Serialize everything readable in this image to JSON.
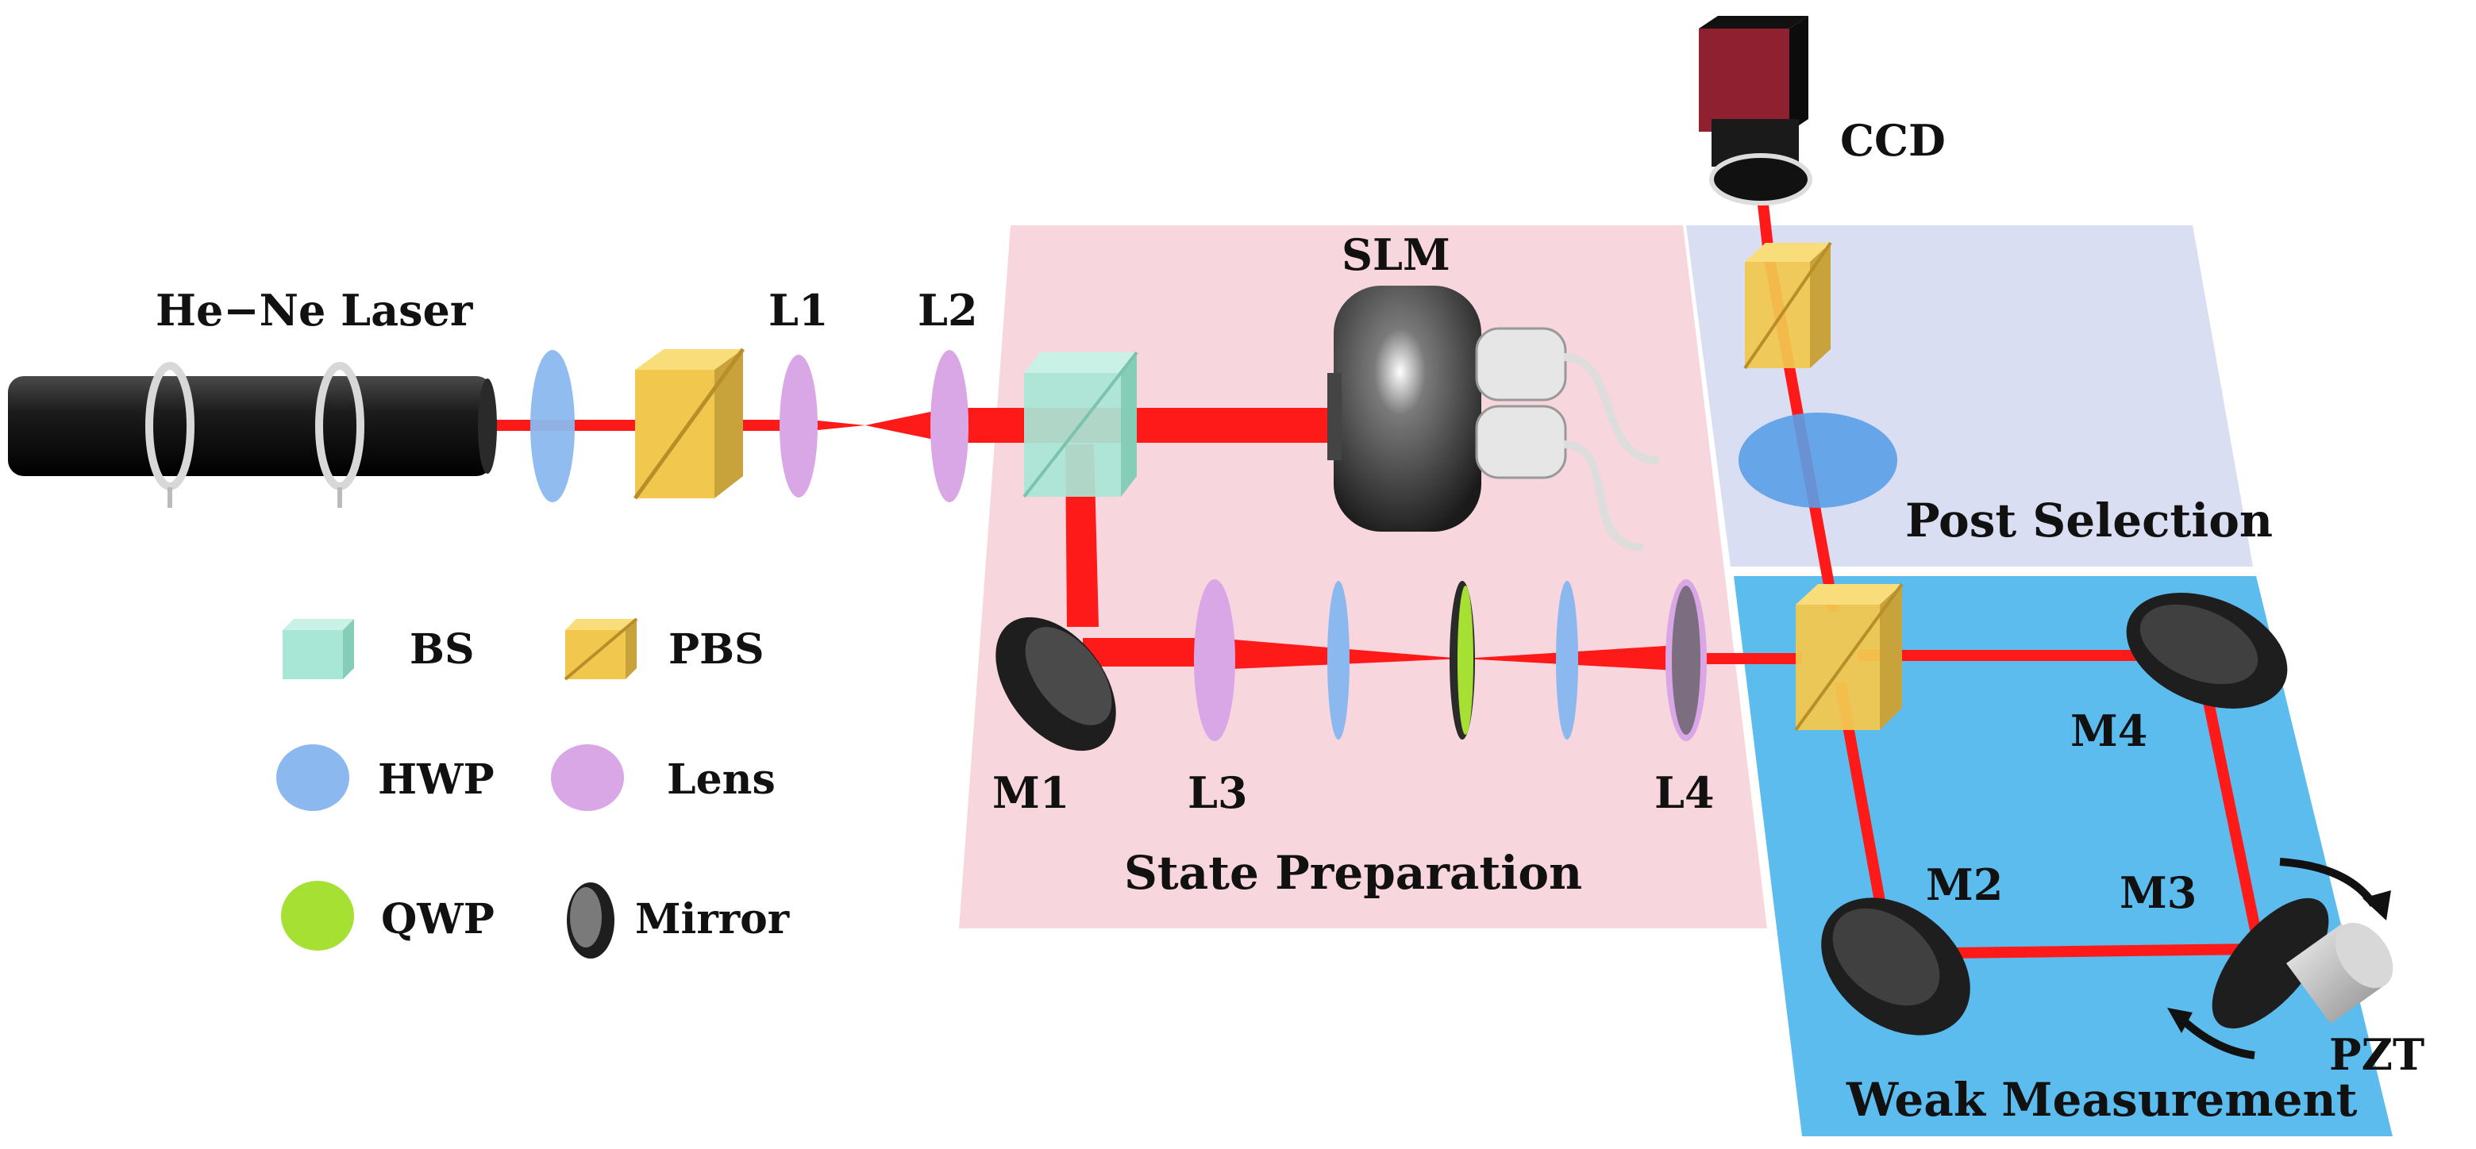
{
  "labels": {
    "laser": "He−Ne Laser",
    "l1": "L1",
    "l2": "L2",
    "slm": "SLM",
    "ccd": "CCD",
    "m1": "M1",
    "l3": "L3",
    "l4": "L4",
    "m2": "M2",
    "m3": "M3",
    "m4": "M4",
    "pzt": "PZT"
  },
  "panels": {
    "state_preparation": "State Preparation",
    "post_selection": "Post Selection",
    "weak_measurement": "Weak Measurement"
  },
  "legend": {
    "bs": "BS",
    "pbs": "PBS",
    "hwp": "HWP",
    "lens": "Lens",
    "qwp": "QWP",
    "mirror": "Mirror"
  },
  "colors": {
    "beam": "#ff1a1a",
    "state_preparation_bg": "#f7d6dd",
    "post_selection_bg": "#d9def2",
    "weak_measurement_bg": "#5cbcee",
    "bs": "#a8e6d6",
    "pbs": "#f2c74e",
    "hwp": "#8bb8ef",
    "lens": "#d9a6e6",
    "qwp": "#a5e033",
    "mirror": "#3a3a3a",
    "ccd_body": "#8e2030"
  }
}
